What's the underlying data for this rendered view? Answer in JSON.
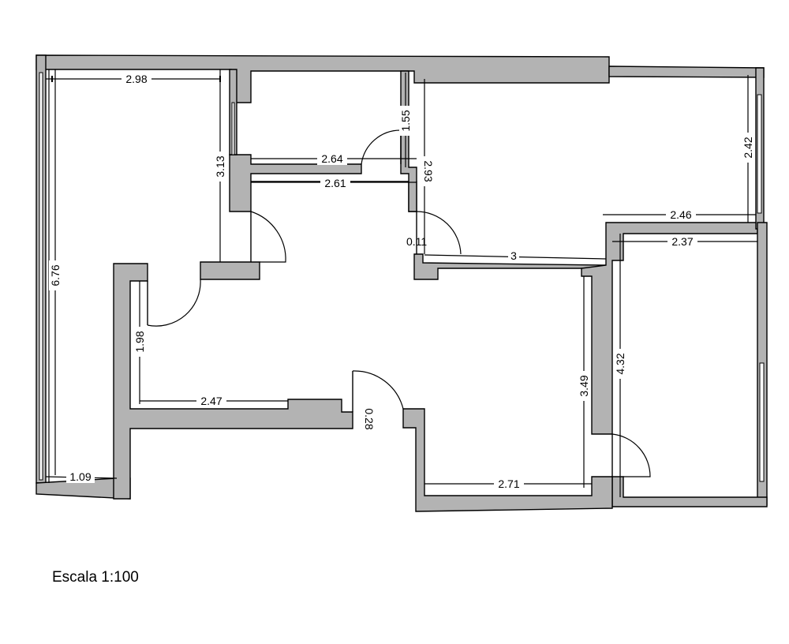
{
  "scale_label": "Escala 1:100",
  "wall_color": "#b3b3b3",
  "dimensions": {
    "d298": "2.98",
    "d676": "6.76",
    "d313": "3.13",
    "d264": "2.64",
    "d261": "2.61",
    "d155": "1.55",
    "d293": "2.93",
    "d242": "2.42",
    "d246": "2.46",
    "d237": "2.37",
    "d011": "0.11",
    "d3": "3",
    "d198": "1.98",
    "d247": "2.47",
    "d028": "0.28",
    "d349": "3.49",
    "d432": "4.32",
    "d271": "2.71",
    "d109": "1.09"
  }
}
